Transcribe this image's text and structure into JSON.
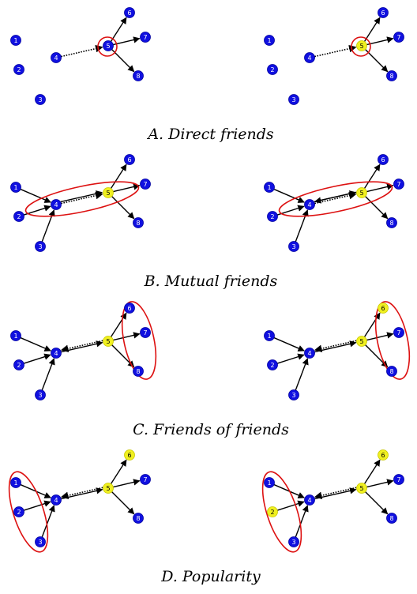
{
  "colors": {
    "node_default": "#1010e0",
    "node_highlight": "#f0f020",
    "edge": "#000000",
    "group_outline": "#dd1111",
    "background": "#ffffff"
  },
  "node_labels": [
    "1",
    "2",
    "3",
    "4",
    "5",
    "6",
    "7",
    "8"
  ],
  "panels": [
    {
      "caption": "A. Direct friends",
      "edges": [
        [
          "5",
          "6"
        ],
        [
          "5",
          "7"
        ],
        [
          "5",
          "8"
        ]
      ],
      "dotted_edges": [
        [
          "4",
          "5"
        ]
      ],
      "left_highlight": [],
      "right_highlight": [
        "5"
      ],
      "outline": "direct"
    },
    {
      "caption": "B. Mutual friends",
      "edges": [
        [
          "1",
          "4"
        ],
        [
          "2",
          "4"
        ],
        [
          "3",
          "4"
        ],
        [
          "5",
          "6"
        ],
        [
          "5",
          "7"
        ],
        [
          "5",
          "8"
        ]
      ],
      "dotted_edges": [
        [
          "4",
          "5"
        ]
      ],
      "left_edges": [
        [
          "4",
          "5"
        ]
      ],
      "right_edges": [
        [
          "4",
          "5"
        ],
        [
          "5",
          "4"
        ]
      ],
      "left_highlight": [
        "5"
      ],
      "right_highlight": [
        "5"
      ],
      "outline": "mutual"
    },
    {
      "caption": "C. Friends of friends",
      "edges": [
        [
          "1",
          "4"
        ],
        [
          "2",
          "4"
        ],
        [
          "3",
          "4"
        ],
        [
          "4",
          "5"
        ],
        [
          "5",
          "6"
        ],
        [
          "5",
          "7"
        ],
        [
          "5",
          "8"
        ]
      ],
      "dotted_edges": [
        [
          "5",
          "4"
        ]
      ],
      "left_highlight": [
        "5"
      ],
      "right_highlight": [
        "5",
        "6"
      ],
      "outline": "fof"
    },
    {
      "caption": "D. Popularity",
      "edges": [
        [
          "1",
          "4"
        ],
        [
          "2",
          "4"
        ],
        [
          "3",
          "4"
        ],
        [
          "4",
          "5"
        ],
        [
          "5",
          "6"
        ],
        [
          "5",
          "7"
        ],
        [
          "5",
          "8"
        ]
      ],
      "dotted_edges": [
        [
          "5",
          "4"
        ]
      ],
      "left_highlight": [
        "5",
        "6"
      ],
      "right_highlight": [
        "5",
        "6",
        "2"
      ],
      "outline": "popularity"
    }
  ]
}
